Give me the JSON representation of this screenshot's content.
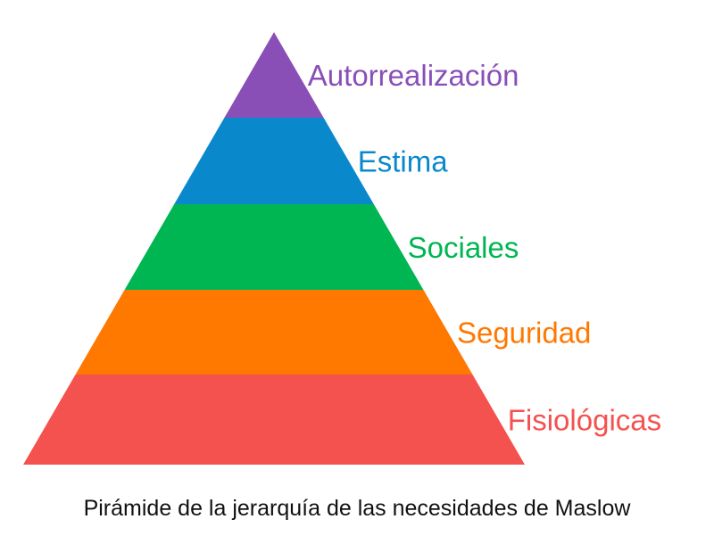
{
  "diagram": {
    "type": "pyramid",
    "levels": [
      {
        "label": "Autorrealización",
        "color": "#8a4fb6"
      },
      {
        "label": "Estima",
        "color": "#0a88cc"
      },
      {
        "label": "Sociales",
        "color": "#00b653"
      },
      {
        "label": "Seguridad",
        "color": "#ff7800"
      },
      {
        "label": "Fisiológicas",
        "color": "#f4524f"
      }
    ]
  },
  "caption": "Pirámide de la jerarquía de las necesidades de Maslow"
}
